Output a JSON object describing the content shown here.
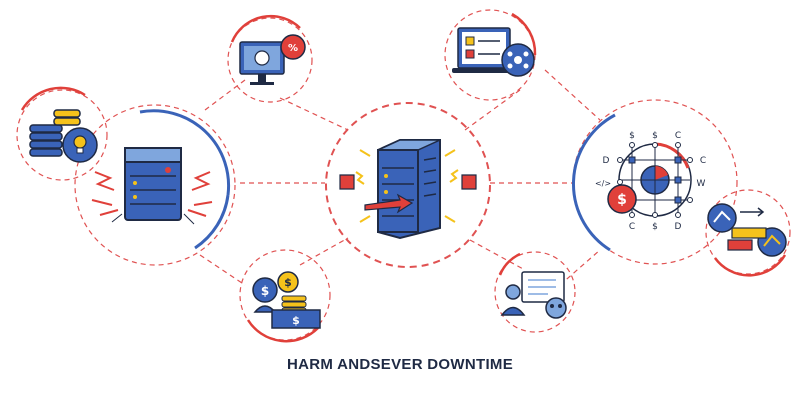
{
  "caption": "HARM ANDSEVER DOWNTIME",
  "colors": {
    "navy": "#1f2a44",
    "blue": "#3a63b8",
    "light_blue": "#7fa6dd",
    "red": "#e0403a",
    "yellow": "#f5c21b",
    "dashed_red": "#e05252"
  },
  "diagram": {
    "center_node": {
      "icon": "server-rack-damaged-icon"
    },
    "satellites": [
      {
        "id": "server-sparks",
        "icon": "server-sparks-icon"
      },
      {
        "id": "coins-idea",
        "icon": "coins-lightbulb-icon"
      },
      {
        "id": "monitor-error",
        "icon": "monitor-error-icon"
      },
      {
        "id": "laptop-checklist",
        "icon": "laptop-checklist-icon"
      },
      {
        "id": "network-cost",
        "icon": "network-dollar-icon"
      },
      {
        "id": "routing-arrows",
        "icon": "routing-arrows-icon"
      },
      {
        "id": "money-loss",
        "icon": "money-loss-icon"
      },
      {
        "id": "user-presentation",
        "icon": "user-presentation-icon"
      }
    ],
    "network_labels": {
      "top_left": "$",
      "top_mid": "$",
      "top_right": "C",
      "left_upper": "D",
      "right_upper": "C",
      "left_mid": "</>",
      "right_mid": "W",
      "bottom_left": "C",
      "bottom_mid": "$",
      "bottom_right": "D"
    }
  }
}
